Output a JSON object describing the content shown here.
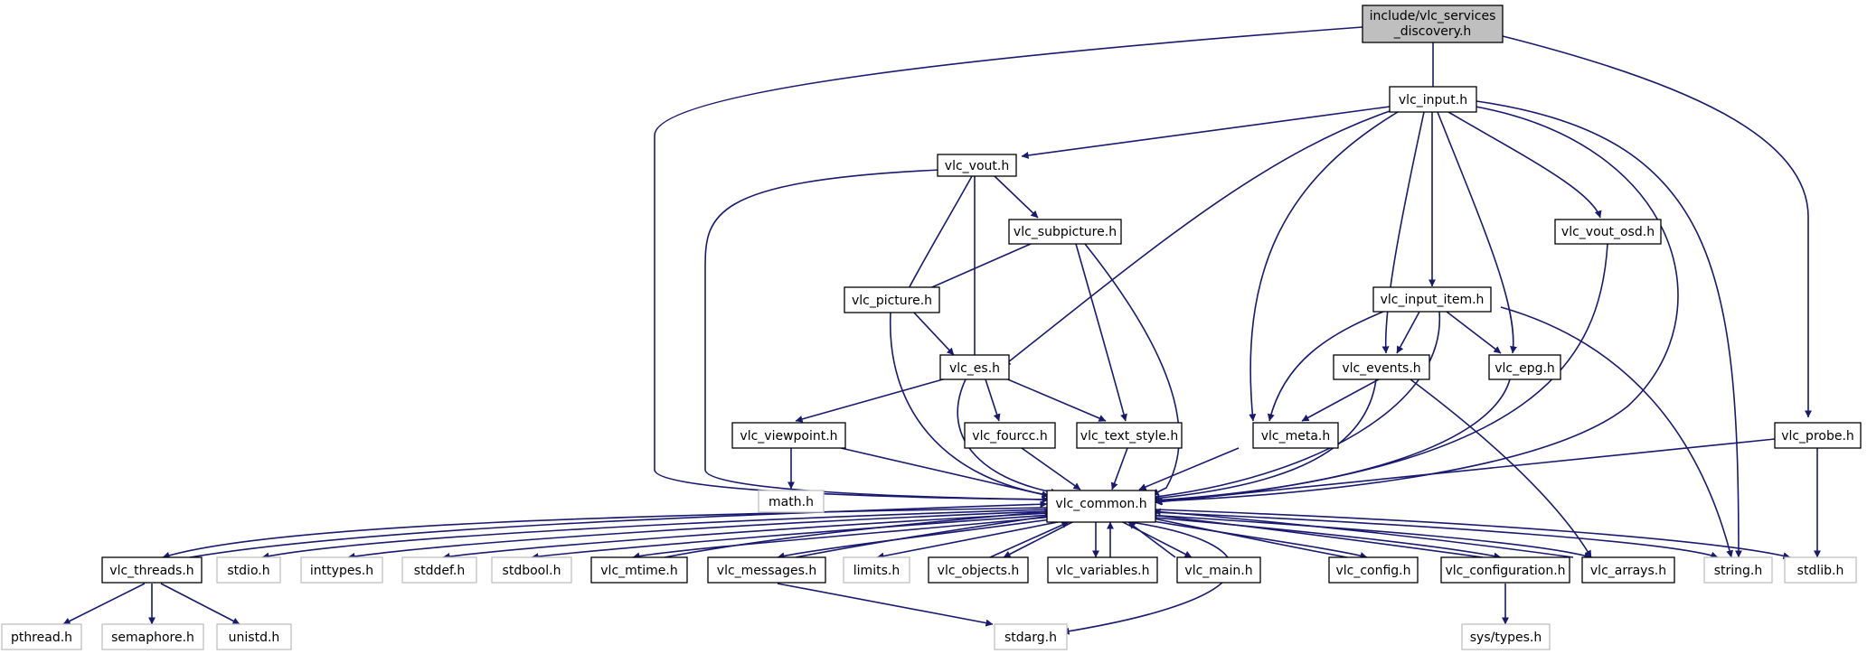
{
  "colors": {
    "edge": "#191970",
    "root_fill": "#bfbfbf",
    "external_border": "#bfbfbf",
    "node_border": "#000000"
  },
  "nodes": {
    "root": [
      "include/vlc_services",
      "_discovery.h"
    ],
    "vlc_input": "vlc_input.h",
    "vlc_vout": "vlc_vout.h",
    "vlc_subpicture": "vlc_subpicture.h",
    "vlc_picture": "vlc_picture.h",
    "vlc_es": "vlc_es.h",
    "vlc_viewpoint": "vlc_viewpoint.h",
    "vlc_fourcc": "vlc_fourcc.h",
    "vlc_text_style": "vlc_text_style.h",
    "vlc_meta": "vlc_meta.h",
    "vlc_input_item": "vlc_input_item.h",
    "vlc_events": "vlc_events.h",
    "vlc_epg": "vlc_epg.h",
    "vlc_vout_osd": "vlc_vout_osd.h",
    "vlc_probe": "vlc_probe.h",
    "vlc_common": "vlc_common.h",
    "math": "math.h",
    "vlc_threads": "vlc_threads.h",
    "stdio": "stdio.h",
    "inttypes": "inttypes.h",
    "stddef": "stddef.h",
    "stdbool": "stdbool.h",
    "vlc_mtime": "vlc_mtime.h",
    "vlc_messages": "vlc_messages.h",
    "limits": "limits.h",
    "vlc_objects": "vlc_objects.h",
    "vlc_variables": "vlc_variables.h",
    "vlc_main": "vlc_main.h",
    "vlc_config": "vlc_config.h",
    "vlc_configuration": "vlc_configuration.h",
    "vlc_arrays": "vlc_arrays.h",
    "string": "string.h",
    "stdlib": "stdlib.h",
    "pthread": "pthread.h",
    "semaphore": "semaphore.h",
    "unistd": "unistd.h",
    "stdarg": "stdarg.h",
    "sys_types": "sys/types.h"
  }
}
